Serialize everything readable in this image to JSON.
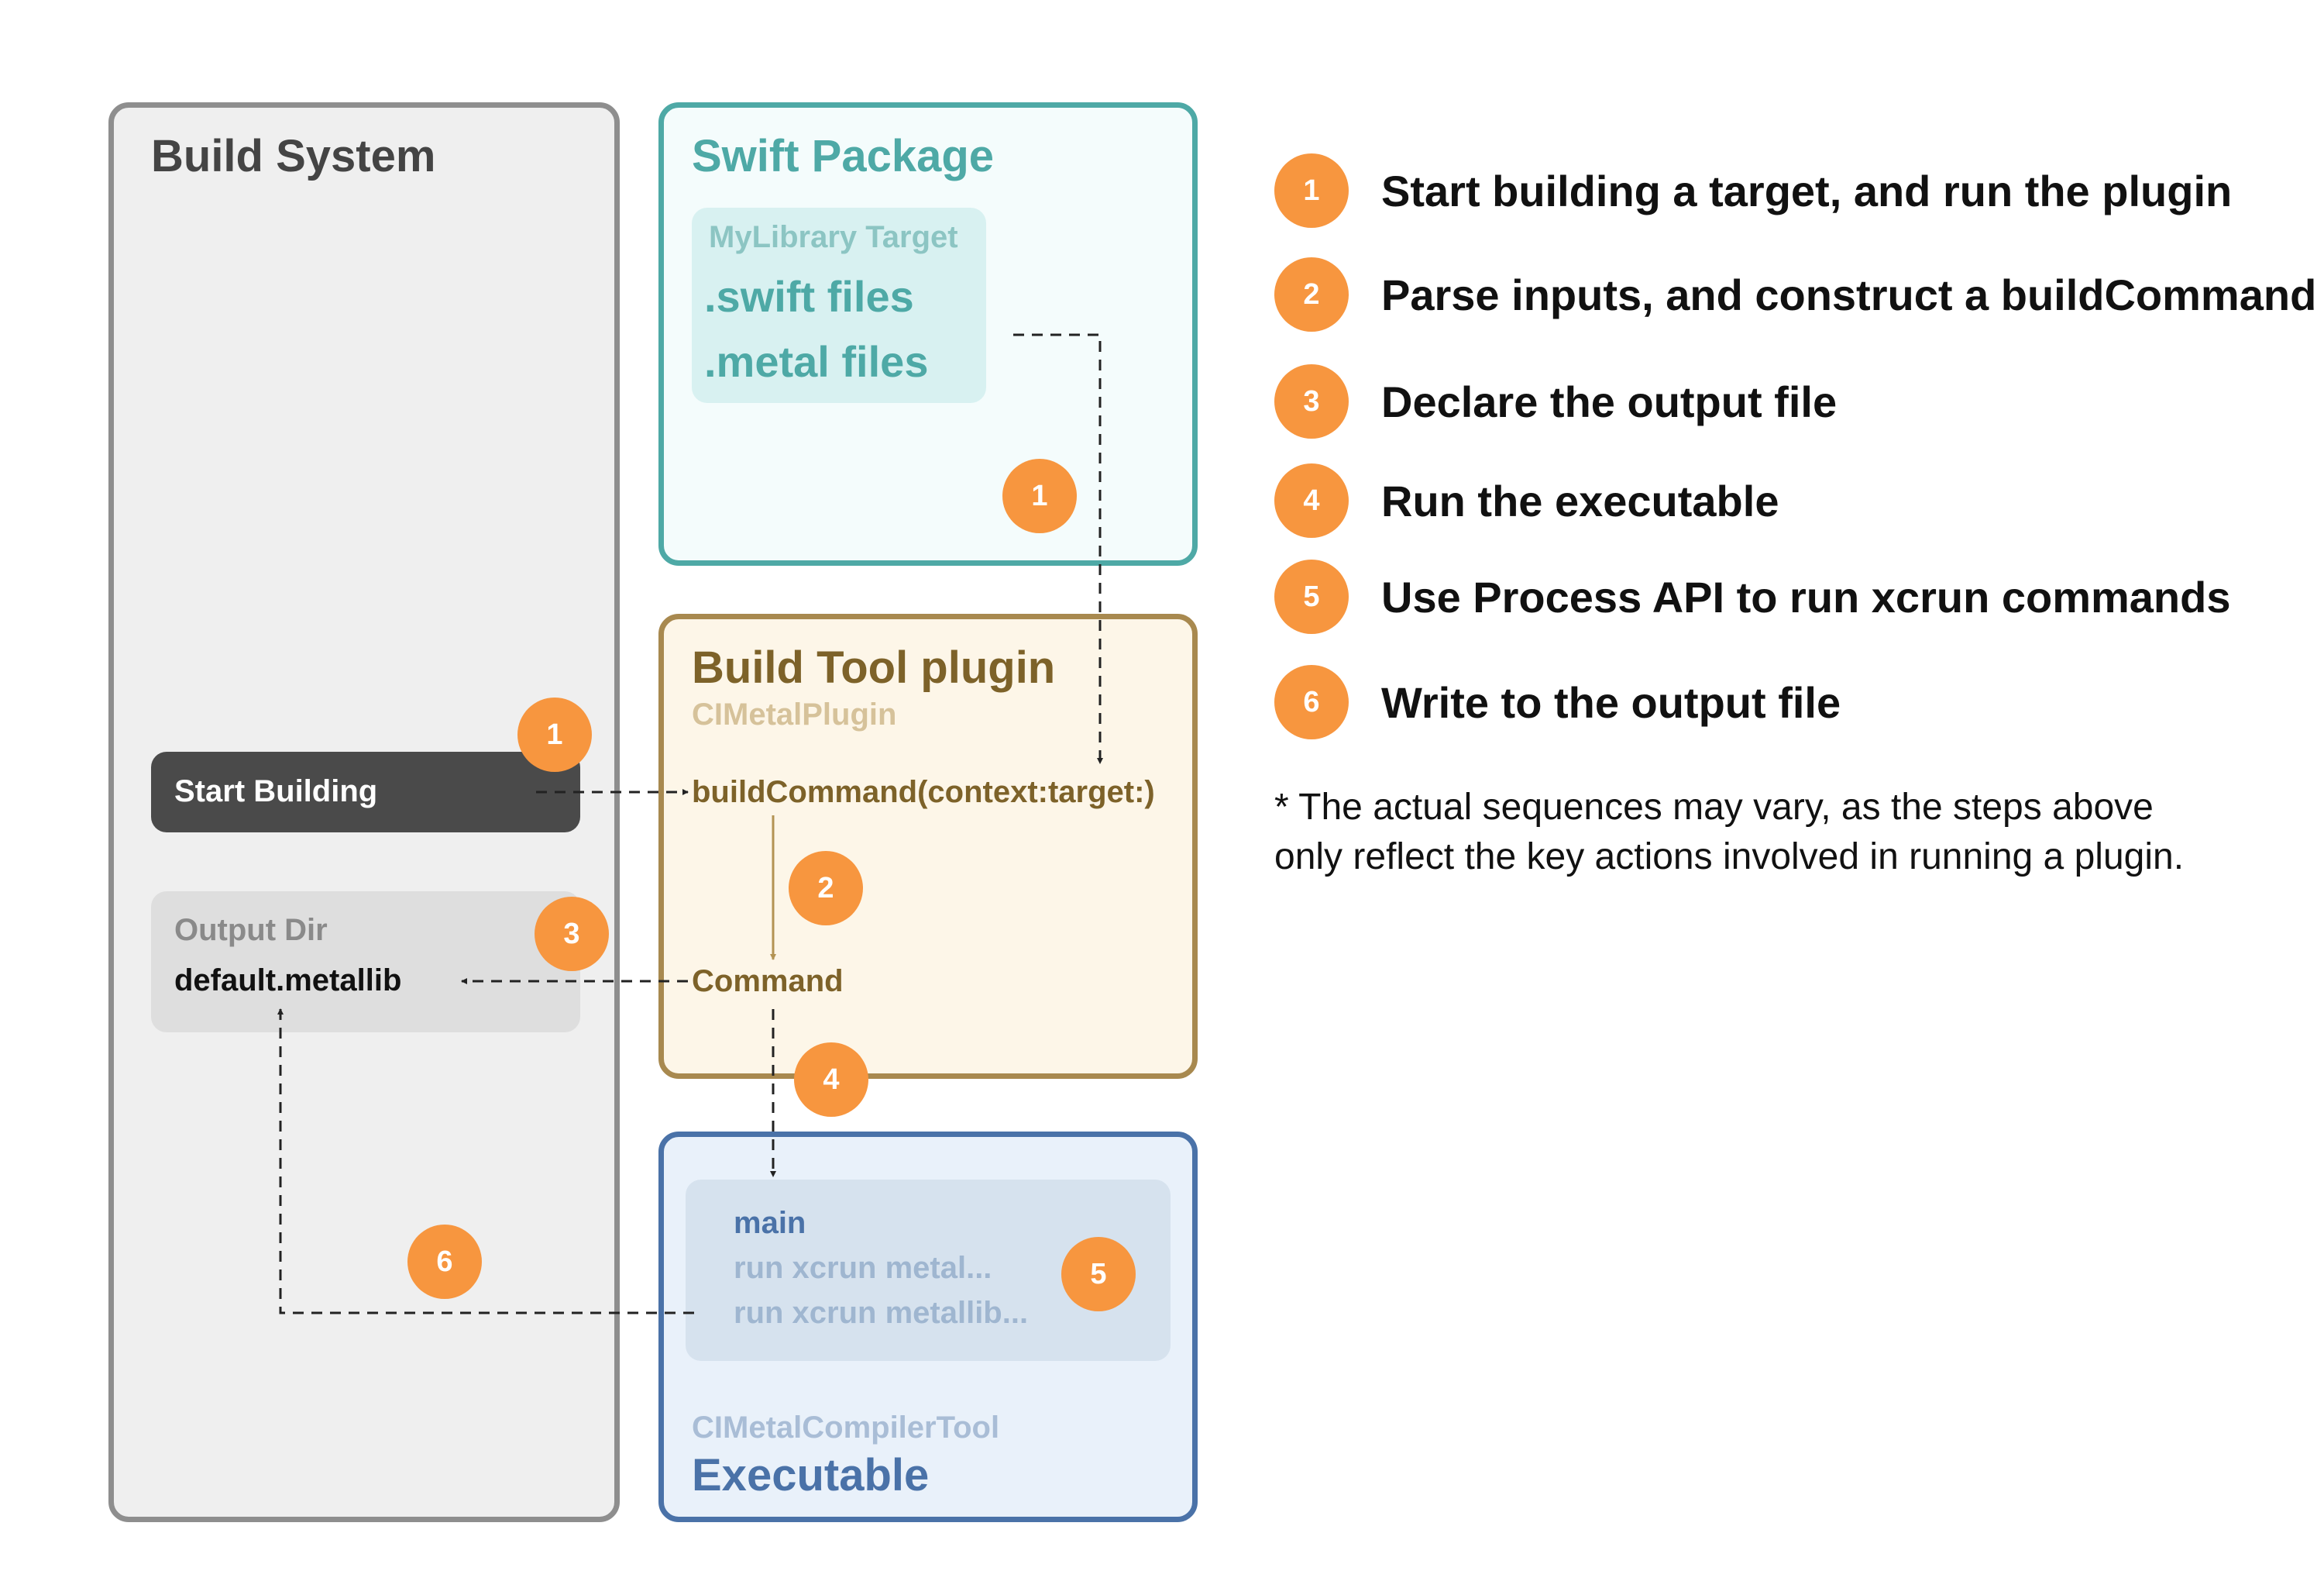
{
  "build_system": {
    "title": "Build System",
    "start_button_label": "Start Building",
    "output_dir_label": "Output Dir",
    "output_file": "default.metallib"
  },
  "swift_package": {
    "title": "Swift Package",
    "target_label": "MyLibrary Target",
    "files": [
      ".swift files",
      ".metal files"
    ]
  },
  "plugin": {
    "title": "Build Tool plugin",
    "name": "CIMetalPlugin",
    "method": "buildCommand(context:target:)",
    "command": "Command"
  },
  "executable": {
    "main_label": "main",
    "lines": [
      "run xcrun metal...",
      "run xcrun metallib..."
    ],
    "tool_name": "CIMetalCompilerTool",
    "title": "Executable"
  },
  "flow_markers": [
    "1",
    "1",
    "2",
    "3",
    "4",
    "5",
    "6"
  ],
  "steps": [
    {
      "number": "1",
      "text": "Start building a target, and run the plugin"
    },
    {
      "number": "2",
      "text": "Parse inputs, and construct a buildCommand"
    },
    {
      "number": "3",
      "text": "Declare the output file"
    },
    {
      "number": "4",
      "text": "Run the executable"
    },
    {
      "number": "5",
      "text": "Use Process API to run xcrun commands"
    },
    {
      "number": "6",
      "text": "Write to the output file"
    }
  ],
  "note_lines": [
    "* The actual sequences may vary, as the steps above",
    "only reflect the key actions involved in running a plugin."
  ],
  "colors": {
    "accent_orange": "#f7963f",
    "package_teal": "#4ea9a6",
    "plugin_brown": "#a8894f",
    "executable_blue": "#4a72a8",
    "build_system_gray": "#8e8e8e"
  }
}
